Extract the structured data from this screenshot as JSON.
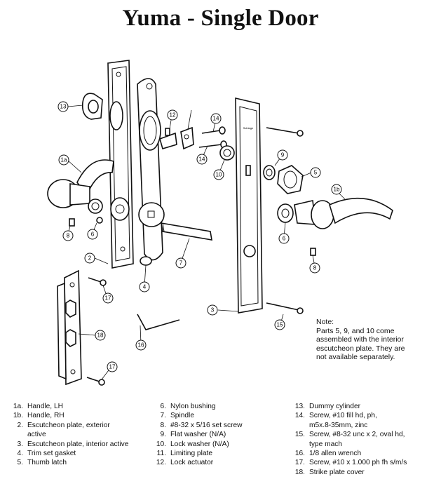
{
  "title": "Yuma - Single Door",
  "callouts": [
    "13",
    "1a",
    "12",
    "14",
    "14",
    "10",
    "9",
    "5",
    "1b",
    "6",
    "6",
    "8",
    "8",
    "2",
    "7",
    "4",
    "17",
    "3",
    "15",
    "18",
    "16",
    "17"
  ],
  "note": {
    "heading": "Note:",
    "lines": [
      "Parts 5, 9, and 10 come",
      "assembled with the interior",
      "escutcheon plate. They are",
      "not available separately."
    ]
  },
  "legend": [
    [
      {
        "num": "1a.",
        "lines": [
          "Handle, LH"
        ]
      },
      {
        "num": "1b.",
        "lines": [
          "Handle, RH"
        ]
      },
      {
        "num": "2.",
        "lines": [
          "Escutcheon plate, exterior",
          "active"
        ]
      },
      {
        "num": "3.",
        "lines": [
          "Escutcheon plate, interior active"
        ]
      },
      {
        "num": "4.",
        "lines": [
          "Trim set gasket"
        ]
      },
      {
        "num": "5.",
        "lines": [
          "Thumb latch"
        ]
      }
    ],
    [
      {
        "num": "6.",
        "lines": [
          "Nylon bushing"
        ]
      },
      {
        "num": "7.",
        "lines": [
          "Spindle"
        ]
      },
      {
        "num": "8.",
        "lines": [
          "#8-32 x 5/16 set screw"
        ]
      },
      {
        "num": "9.",
        "lines": [
          "Flat washer (N/A)"
        ]
      },
      {
        "num": "10.",
        "lines": [
          "Lock washer (N/A)"
        ]
      },
      {
        "num": "11.",
        "lines": [
          "Limiting plate"
        ]
      },
      {
        "num": "12.",
        "lines": [
          "Lock actuator"
        ]
      }
    ],
    [
      {
        "num": "13.",
        "lines": [
          "Dummy cylinder"
        ]
      },
      {
        "num": "14.",
        "lines": [
          "Screw, #10 fill hd, ph,",
          "m5x.8-35mm, zinc"
        ]
      },
      {
        "num": "15.",
        "lines": [
          "Screw, #8-32 unc x 2, oval hd,",
          "type mach"
        ]
      },
      {
        "num": "16.",
        "lines": [
          "1/8 allen wrench"
        ]
      },
      {
        "num": "17.",
        "lines": [
          "Screw, #10 x 1.000 ph fh s/m/s"
        ]
      },
      {
        "num": "18.",
        "lines": [
          "Strike plate cover"
        ]
      }
    ]
  ]
}
